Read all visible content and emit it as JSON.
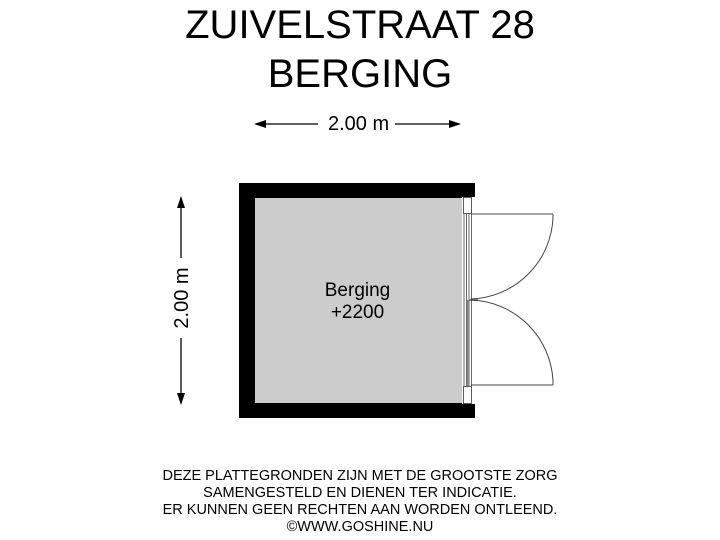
{
  "header": {
    "title_line1": "ZUIVELSTRAAT 28",
    "title_line2": "BERGING"
  },
  "dimensions": {
    "width_label": "2.00 m",
    "height_label": "2.00 m"
  },
  "room": {
    "name": "Berging",
    "level": "+2200",
    "fill_color": "#cccccc",
    "wall_color": "#000000"
  },
  "footer": {
    "lines": [
      "DEZE PLATTEGRONDEN ZIJN MET DE GROOTSTE ZORG",
      "SAMENGESTELD EN DIENEN TER INDICATIE.",
      "ER KUNNEN GEEN RECHTEN AAN WORDEN ONTLEEND.",
      "©WWW.GOSHINE.NU"
    ]
  }
}
